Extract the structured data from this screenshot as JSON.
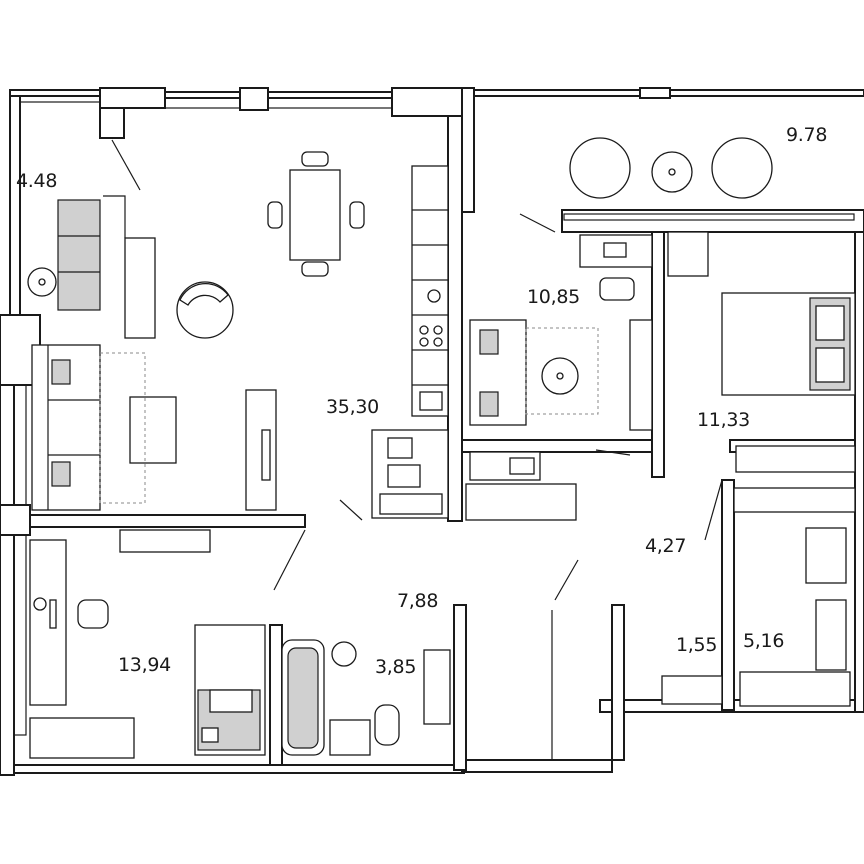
{
  "rooms": [
    {
      "id": "loggia-left",
      "area": "4.48"
    },
    {
      "id": "loggia-right",
      "area": "9.78"
    },
    {
      "id": "kitchen-living",
      "area": "35,30"
    },
    {
      "id": "bedroom-small",
      "area": "10,85"
    },
    {
      "id": "bedroom-master",
      "area": "11,33"
    },
    {
      "id": "hall-right",
      "area": "4,27"
    },
    {
      "id": "hall-center",
      "area": "7,88"
    },
    {
      "id": "study",
      "area": "13,94"
    },
    {
      "id": "bathroom-center",
      "area": "3,85"
    },
    {
      "id": "wardrobe",
      "area": "1,55"
    },
    {
      "id": "bathroom-right",
      "area": "5,16"
    }
  ]
}
